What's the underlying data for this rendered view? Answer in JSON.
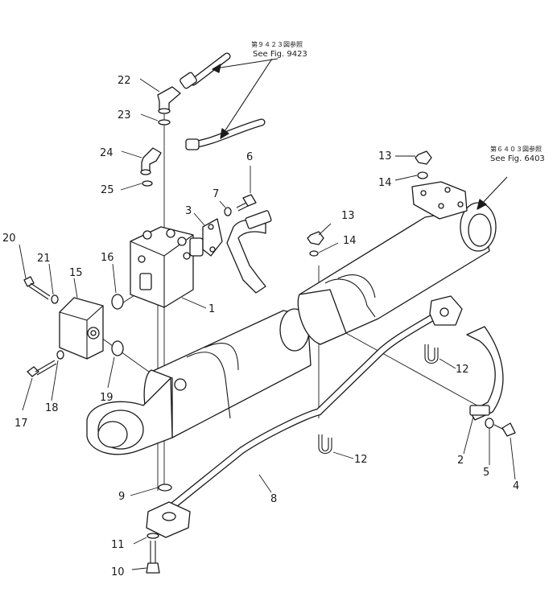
{
  "callouts": [
    {
      "id": "c1",
      "label": "1"
    },
    {
      "id": "c2",
      "label": "2"
    },
    {
      "id": "c3",
      "label": "3"
    },
    {
      "id": "c4",
      "label": "4"
    },
    {
      "id": "c5",
      "label": "5"
    },
    {
      "id": "c6",
      "label": "6"
    },
    {
      "id": "c7",
      "label": "7"
    },
    {
      "id": "c8",
      "label": "8"
    },
    {
      "id": "c9",
      "label": "9"
    },
    {
      "id": "c10",
      "label": "10"
    },
    {
      "id": "c11",
      "label": "11"
    },
    {
      "id": "c12a",
      "label": "12"
    },
    {
      "id": "c12b",
      "label": "12"
    },
    {
      "id": "c13a",
      "label": "13"
    },
    {
      "id": "c13b",
      "label": "13"
    },
    {
      "id": "c14a",
      "label": "14"
    },
    {
      "id": "c14b",
      "label": "14"
    },
    {
      "id": "c15",
      "label": "15"
    },
    {
      "id": "c16",
      "label": "16"
    },
    {
      "id": "c17",
      "label": "17"
    },
    {
      "id": "c18",
      "label": "18"
    },
    {
      "id": "c19",
      "label": "19"
    },
    {
      "id": "c20",
      "label": "20"
    },
    {
      "id": "c21",
      "label": "21"
    },
    {
      "id": "c22",
      "label": "22"
    },
    {
      "id": "c23",
      "label": "23"
    },
    {
      "id": "c24",
      "label": "24"
    },
    {
      "id": "c25",
      "label": "25"
    }
  ],
  "references": {
    "fig_9423": {
      "jp": "第９４２３図参照",
      "en": "See Fig. 9423"
    },
    "fig_6403": {
      "jp": "第６４０３図参照",
      "en": "See Fig. 6403"
    }
  },
  "colors": {
    "ink": "#1a1a1a",
    "paper": "#ffffff"
  }
}
